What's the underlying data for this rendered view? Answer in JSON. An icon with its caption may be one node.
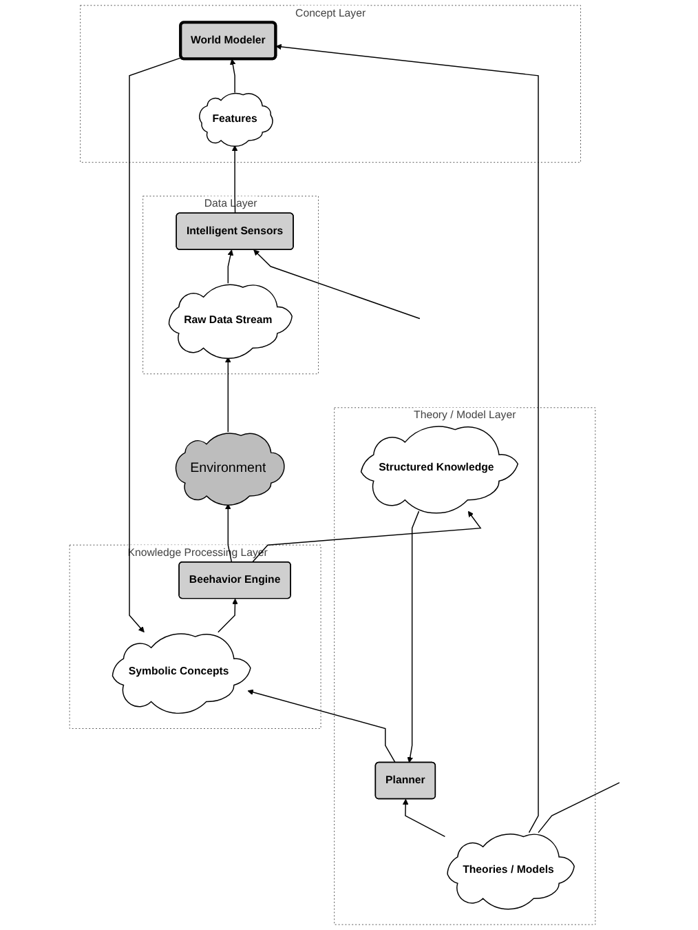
{
  "diagram": {
    "nodes": [
      {
        "text": [
          "Theory / Model Layer"
        ]
      },
      {
        "text": [
          "Theories / Models"
        ],
        "in": 0
      },
      {
        "text": [
          "Planner"
        ],
        "in": 0
      },
      {
        "text": [
          "Structured Knowledge"
        ],
        "in": 0
      },
      {
        "text": [
          "Knowledge Processing Layer"
        ]
      },
      {
        "text": [
          "Beehavior Engine"
        ],
        "in": 4
      },
      {
        "text": [
          "Symbolic Concepts"
        ],
        "in": 4
      },
      {
        "text": [
          "Concept Layer"
        ]
      },
      {
        "text": [
          "World Modeler"
        ],
        "in": 7
      },
      {
        "text": [
          "Features"
        ],
        "in": 7
      },
      {
        "text": [
          "Data Layer"
        ]
      },
      {
        "text": [
          "Intelligent Sensors"
        ],
        "in": 10
      },
      {
        "text": [
          "Raw Data Stream"
        ],
        "in": 10
      },
      {
        "text": [
          "Environment"
        ]
      }
    ],
    "edges": [
      {
        "from": 1,
        "to": 2,
        "arrow": "to"
      },
      {
        "from": 1,
        "to": 8,
        "arrow": "to"
      },
      {
        "from": 1,
        "to": null,
        "arrow": "none"
      },
      {
        "from": 3,
        "to": 2,
        "arrow": "to"
      },
      {
        "from": 2,
        "to": 6,
        "arrow": "to"
      },
      {
        "from": 5,
        "to": 3,
        "arrow": "to"
      },
      {
        "from": 6,
        "to": 5,
        "arrow": "to"
      },
      {
        "from": 8,
        "to": 6,
        "arrow": "to"
      },
      {
        "from": 9,
        "to": 8,
        "arrow": "to"
      },
      {
        "from": null,
        "to": 11,
        "arrow": "to"
      },
      {
        "from": 11,
        "to": 9,
        "arrow": "to"
      },
      {
        "from": 12,
        "to": 11,
        "arrow": "to"
      },
      {
        "from": 13,
        "to": 12,
        "arrow": "to"
      },
      {
        "from": 5,
        "to": 13,
        "arrow": "to"
      }
    ]
  }
}
